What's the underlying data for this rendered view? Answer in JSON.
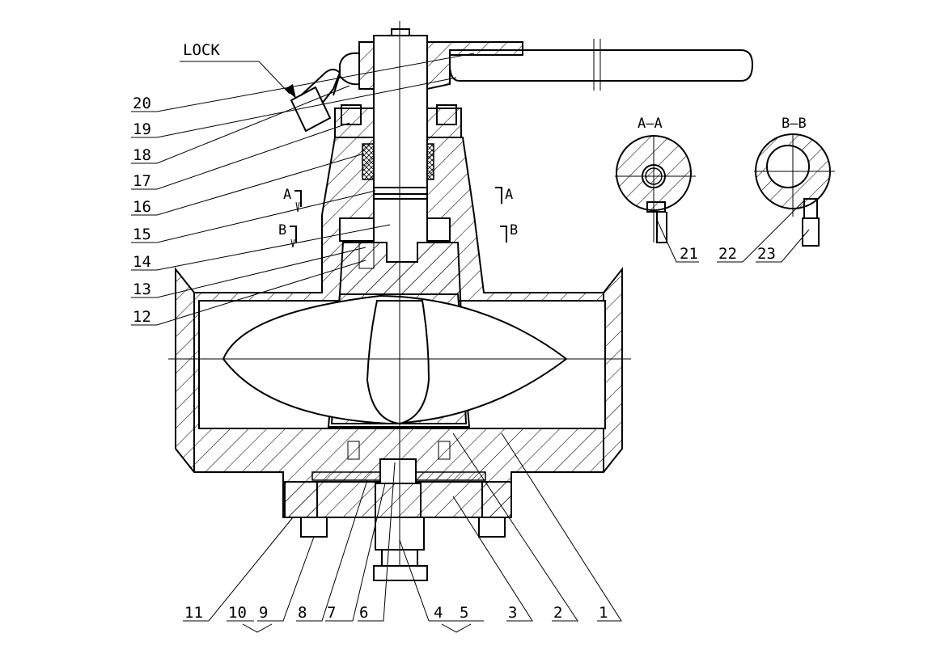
{
  "diagram": {
    "lock_label": "LOCK",
    "section_views": [
      {
        "title": "A—A",
        "callout_letter": "A"
      },
      {
        "title": "B—B",
        "callout_letter": "B"
      }
    ],
    "part_callouts": [
      {
        "number": "1"
      },
      {
        "number": "2"
      },
      {
        "number": "3"
      },
      {
        "number": "4"
      },
      {
        "number": "5"
      },
      {
        "number": "6"
      },
      {
        "number": "7"
      },
      {
        "number": "8"
      },
      {
        "number": "9"
      },
      {
        "number": "10"
      },
      {
        "number": "11"
      },
      {
        "number": "12"
      },
      {
        "number": "13"
      },
      {
        "number": "14"
      },
      {
        "number": "15"
      },
      {
        "number": "16"
      },
      {
        "number": "17"
      },
      {
        "number": "18"
      },
      {
        "number": "19"
      },
      {
        "number": "20"
      },
      {
        "number": "21"
      },
      {
        "number": "22"
      },
      {
        "number": "23"
      }
    ],
    "colors": {
      "ink": "#000000",
      "paper": "#ffffff"
    }
  }
}
